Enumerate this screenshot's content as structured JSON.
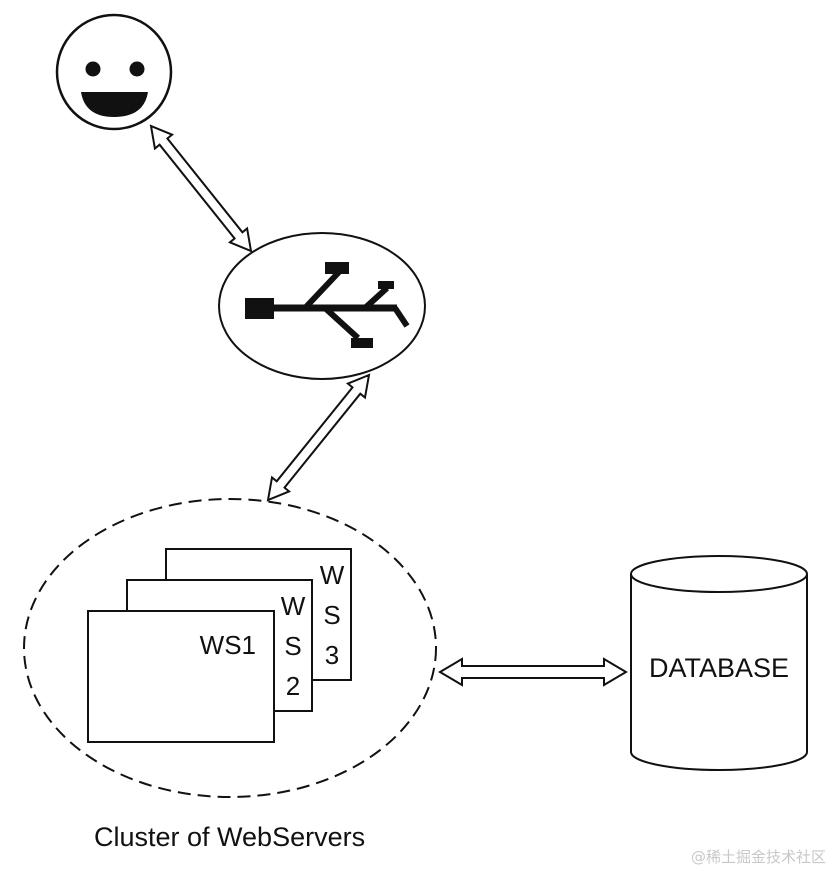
{
  "diagram": {
    "nodes": {
      "user": {
        "icon": "smiley-face-icon"
      },
      "router": {
        "icon": "usb-branch-icon"
      },
      "cluster": {
        "label": "Cluster of WebServers",
        "servers": [
          {
            "name": "WS1",
            "lines": [
              "WS1"
            ]
          },
          {
            "name": "WS2",
            "lines": [
              "W",
              "S",
              "2"
            ]
          },
          {
            "name": "WS3",
            "lines": [
              "W",
              "S",
              "3"
            ]
          }
        ]
      },
      "database": {
        "label": "DATABASE"
      }
    },
    "edges": [
      {
        "from": "user",
        "to": "router",
        "type": "bidirectional"
      },
      {
        "from": "router",
        "to": "cluster",
        "type": "bidirectional"
      },
      {
        "from": "cluster",
        "to": "database",
        "type": "bidirectional"
      }
    ],
    "colors": {
      "stroke": "#111111",
      "fill": "#ffffff",
      "watermark": "#c8c8c8"
    }
  },
  "watermark": "@稀土掘金技术社区"
}
